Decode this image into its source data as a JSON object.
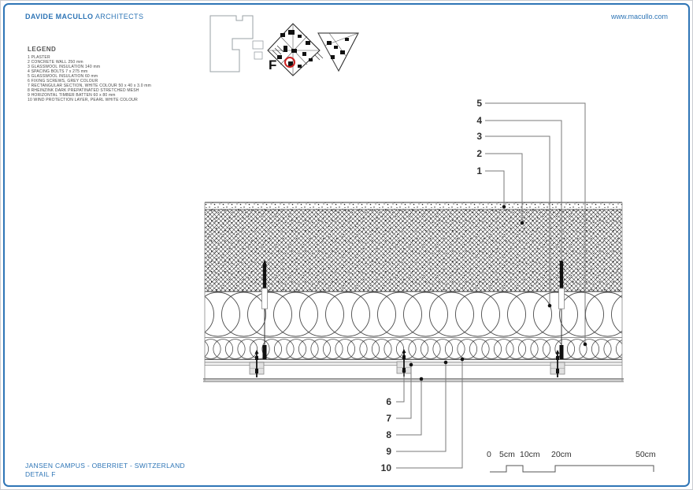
{
  "header": {
    "studio_name_bold": "DAVIDE MACULLO",
    "studio_name_light": "ARCHITECTS",
    "website": "www.macullo.com"
  },
  "legend": {
    "title": "LEGEND",
    "items": [
      "1 PLASTER",
      "2 CONCRETE WALL 250 mm",
      "3 GLASSWOOL INSULATION 140 mm",
      "4 SPACING BOLTS 7 x 275 mm",
      "5 GLASSWOOL INSULATION 60 mm",
      "6 FIXING SCREWS, GREY COLOUR",
      "7 RECTANGULAR SECTION, WHITE COLOUR 50 x 40 x 3.0 mm",
      "8 RHEINZINK DARK PREPATINATED STRETCHED MESH",
      "9 HORIZONTAL TIMBER BATTEN 60 x 80 mm",
      "10 WIND PROTECTION LAYER, PEARL WHITE COLOUR"
    ]
  },
  "key_plan": {
    "detail_marker": "F",
    "marker_color": "#cc2222"
  },
  "callouts": {
    "top": [
      "1",
      "2",
      "3",
      "4",
      "5"
    ],
    "bottom": [
      "6",
      "7",
      "8",
      "9",
      "10"
    ]
  },
  "scale_bar": {
    "labels": [
      "0",
      "5cm",
      "10cm",
      "20cm",
      "50cm"
    ]
  },
  "footer": {
    "project": "JANSEN CAMPUS - OBERRIET - SWITZERLAND",
    "sheet": "DETAIL F"
  },
  "colors": {
    "accent_blue": "#2e75b6",
    "line_dark": "#2a2a2a"
  }
}
